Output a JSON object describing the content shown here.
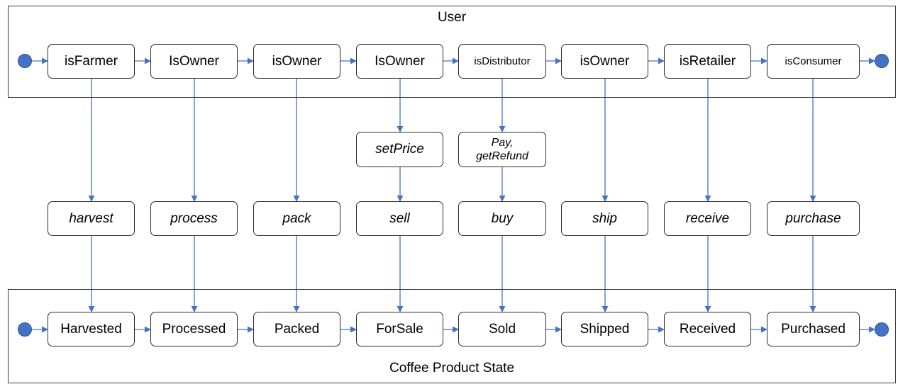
{
  "colors": {
    "connector": "#4472c4",
    "start_end_dot": "#4472c4",
    "box_border": "#2b2b2b",
    "lane_border": "#3b3b3b"
  },
  "user_lane": {
    "title": "User",
    "roles": [
      "isFarmer",
      "IsOwner",
      "isOwner",
      "IsOwner",
      "isDistributor",
      "isOwner",
      "isRetailer",
      "isConsumer"
    ]
  },
  "middle": {
    "modifiers": [
      {
        "index": 3,
        "label": "setPrice"
      },
      {
        "index": 4,
        "label": "Pay,\ngetRefund"
      }
    ],
    "actions": [
      "harvest",
      "process",
      "pack",
      "sell",
      "buy",
      "ship",
      "receive",
      "purchase"
    ]
  },
  "state_lane": {
    "title": "Coffee Product State",
    "states": [
      "Harvested",
      "Processed",
      "Packed",
      "ForSale",
      "Sold",
      "Shipped",
      "Received",
      "Purchased"
    ]
  }
}
